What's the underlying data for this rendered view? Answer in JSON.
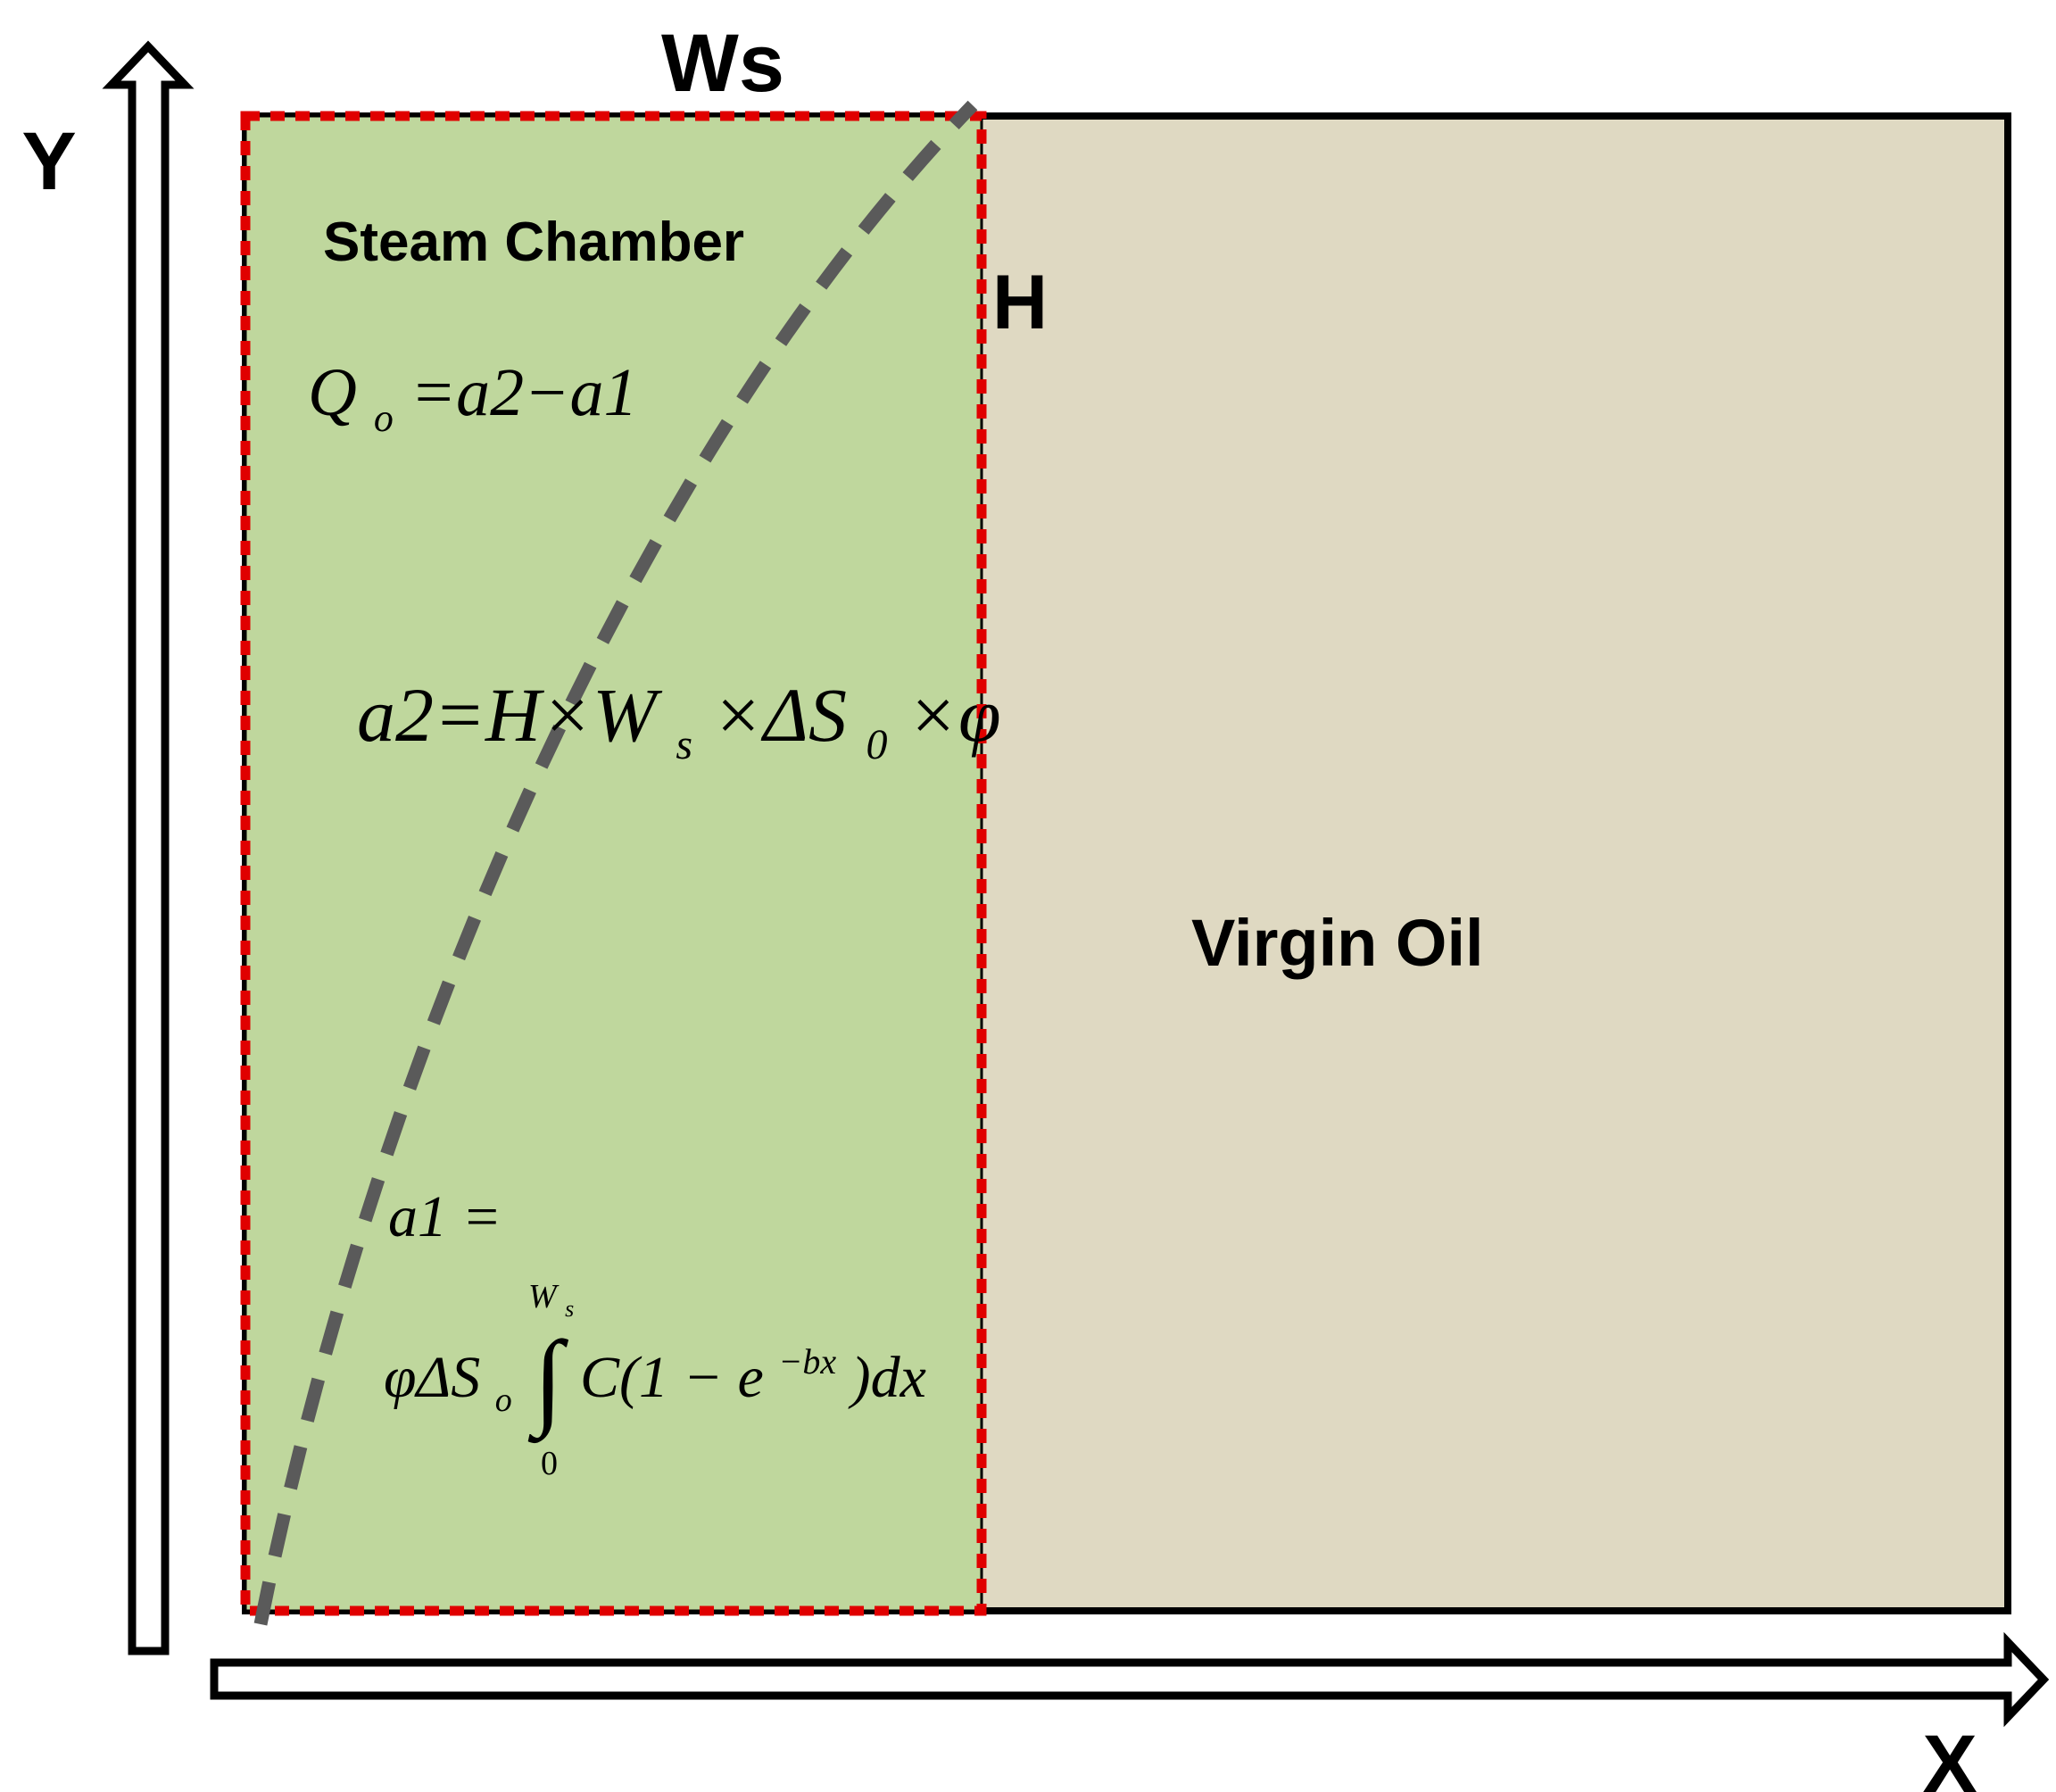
{
  "axes": {
    "y_label": "Y",
    "x_label": "X"
  },
  "dimensions": {
    "width_label": "Ws",
    "height_label": "H"
  },
  "regions": {
    "steam_chamber": "Steam Chamber",
    "virgin_oil": "Virgin Oil"
  },
  "equations": {
    "qo": {
      "Q": "Q",
      "o": "o",
      "rest": "=a2−a1"
    },
    "a2": {
      "lhs": "a2=H×W",
      "s": "s",
      "mid": "×ΔS",
      "zero": "0",
      "rhs": "×φ"
    },
    "a1_lhs": "a1 =",
    "a1_rhs": {
      "lead": "φΔS",
      "o": "o",
      "integral": "∫",
      "upper_W": "W",
      "upper_s": "s",
      "lower": "0",
      "body": "C(1 − e",
      "exp": "−bx",
      "tail": ")dx"
    }
  },
  "colors": {
    "steam_chamber_fill": "#bfd79d",
    "virgin_oil_fill": "#dfd9c2",
    "boundary_dash": "#e00000",
    "front_curve": "#5a5a5a",
    "outline": "#000000"
  }
}
